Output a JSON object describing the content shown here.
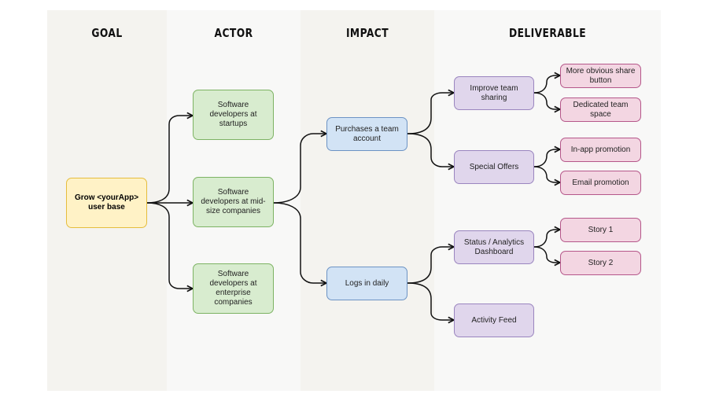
{
  "columns": {
    "goal": "GOAL",
    "actor": "ACTOR",
    "impact": "IMPACT",
    "deliverable": "DELIVERABLE"
  },
  "nodes": {
    "goal": "Grow <yourApp> user base",
    "actor_startups": "Software developers at startups",
    "actor_midsize": "Software developers at mid-size companies",
    "actor_enterprise": "Software developers at enterprise companies",
    "impact_team_account": "Purchases a team account",
    "impact_logs_daily": "Logs in daily",
    "deliv_team_sharing": "Improve team sharing",
    "deliv_special_offers": "Special Offers",
    "deliv_dashboard": "Status / Analytics Dashboard",
    "deliv_activity_feed": "Activity Feed",
    "leaf_share_button": "More obvious share button",
    "leaf_team_space": "Dedicated team space",
    "leaf_inapp_promo": "In-app promotion",
    "leaf_email_promo": "Email promotion",
    "leaf_story1": "Story 1",
    "leaf_story2": "Story 2"
  },
  "colors": {
    "goal_fill": "#fff2c6",
    "actor_fill": "#d8eccf",
    "impact_fill": "#d2e3f5",
    "deliverable_fill": "#e0d6ec",
    "leaf_fill": "#f3d6e2",
    "connector": "#111111"
  }
}
